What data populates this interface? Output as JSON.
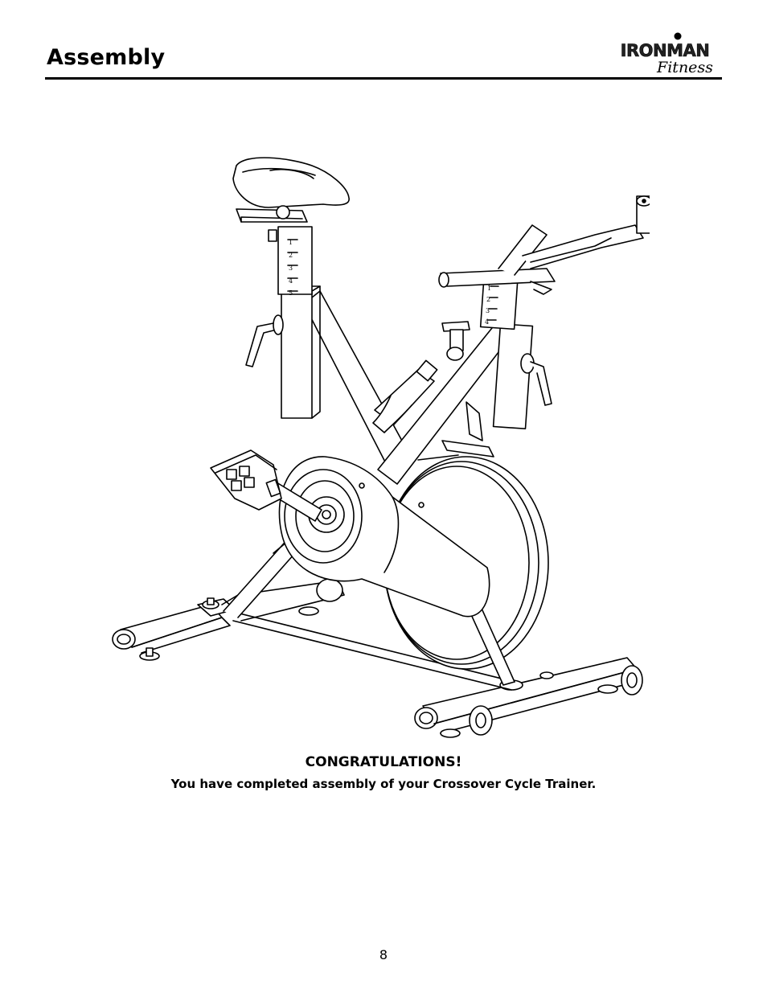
{
  "header": {
    "title": "Assembly",
    "logo": {
      "brand": "IRONMAN",
      "sub": "Fitness"
    }
  },
  "illustration": {
    "seat_scale": [
      "1",
      "2",
      "3",
      "4",
      "5"
    ],
    "handlebar_scale": [
      "1",
      "2",
      "3",
      "4"
    ]
  },
  "message": {
    "heading": "CONGRATULATIONS!",
    "text": "You have completed assembly of your Crossover Cycle Trainer."
  },
  "footer": {
    "page_number": "8"
  }
}
